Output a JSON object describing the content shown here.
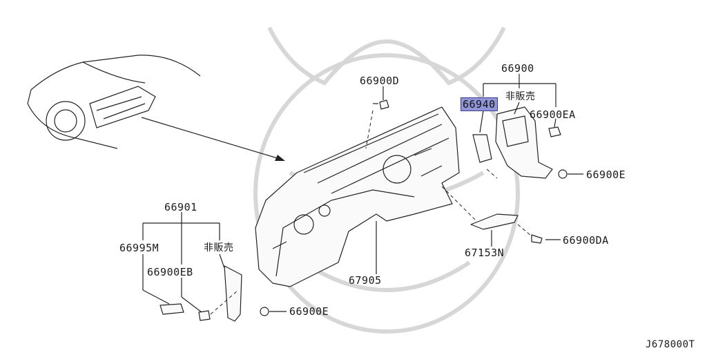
{
  "diagram": {
    "footer_code": "J678000T",
    "labels": {
      "p66900": "66900",
      "p66900d": "66900D",
      "p66940": "66940",
      "hihanbai_right": "非販売",
      "p66900ea": "66900EA",
      "p66900e_right": "66900E",
      "p66901": "66901",
      "p66995m": "66995M",
      "hihanbai_left": "非販売",
      "p66900eb": "66900EB",
      "p66900e_bottom": "66900E",
      "p67905": "67905",
      "p67153n": "67153N",
      "p66900da": "66900DA"
    },
    "highlighted_part": "66940",
    "colors": {
      "highlight": "#8f95d6",
      "line": "#222222",
      "watermark": "#d7d7d7"
    }
  }
}
